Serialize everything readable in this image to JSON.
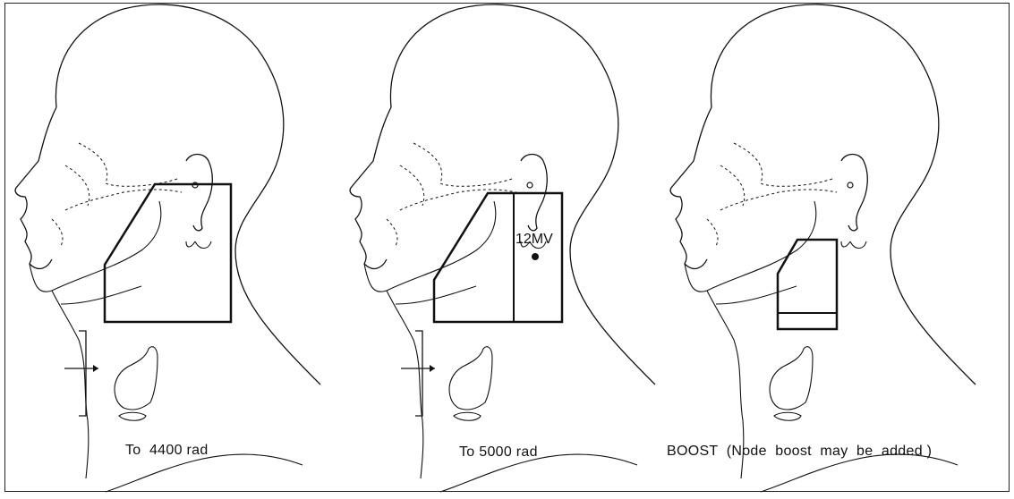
{
  "panels": [
    {
      "id": "panel-1",
      "caption": "To  4400 rad"
    },
    {
      "id": "panel-2",
      "caption": "To 5000 rad",
      "field_label": "12MV"
    },
    {
      "id": "panel-3",
      "caption": "BOOST  (Node  boost  may  be  added )"
    }
  ],
  "colors": {
    "line": "#111111",
    "background": "#ffffff"
  }
}
